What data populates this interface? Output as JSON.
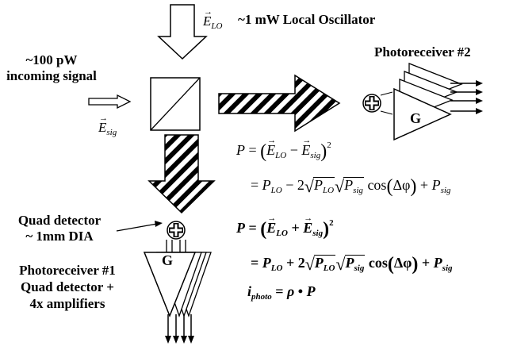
{
  "labels": {
    "local_oscillator": "~1 mW Local Oscillator",
    "incoming_line1": "~100 pW",
    "incoming_line2": "incoming signal",
    "photoreceiver2": "Photoreceiver #2",
    "quad_line1": "Quad detector",
    "quad_line2": "~ 1mm DIA",
    "pr1_line1": "Photoreceiver #1",
    "pr1_line2": "Quad detector +",
    "pr1_line3": "4x amplifiers",
    "gain1": "G",
    "gain2": "G"
  },
  "symbols": {
    "e": "E",
    "p": "P",
    "i": "i",
    "lo": "LO",
    "sig": "sig",
    "photo": "photo",
    "eq": "=",
    "minus": "−",
    "plus": "+",
    "two": "2",
    "cos": "cos",
    "delta_phi": "Δφ",
    "rho": "ρ",
    "bullet": "•"
  }
}
